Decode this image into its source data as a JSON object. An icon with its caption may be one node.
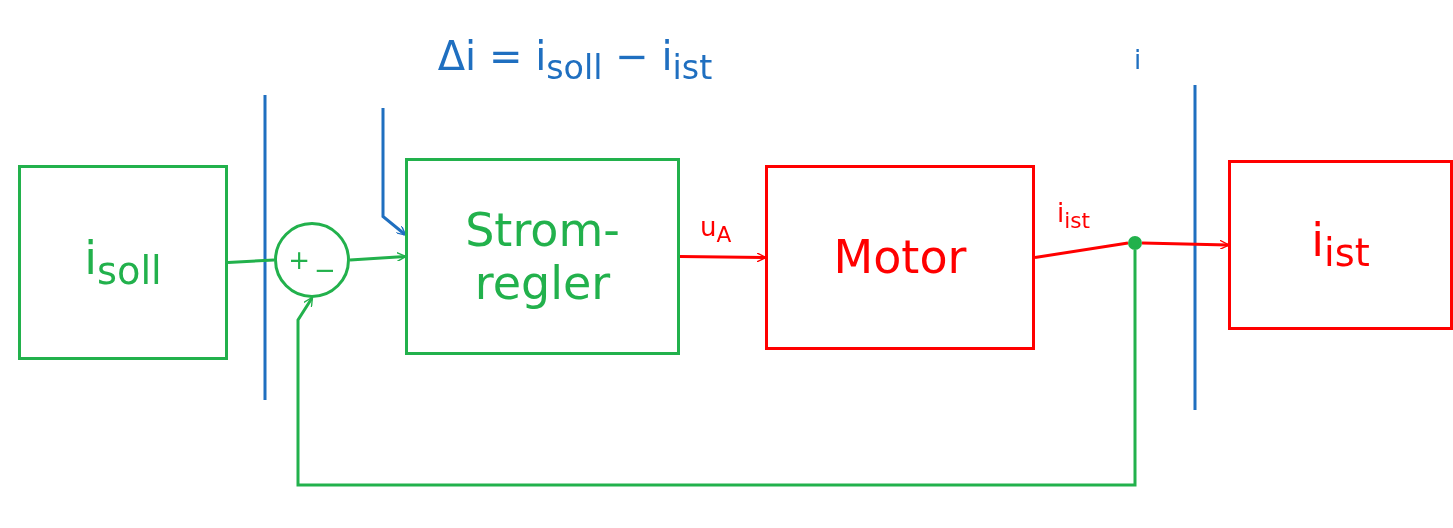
{
  "diagram": {
    "nodes": [
      {
        "text": [
          "i$_{soll}$"
        ]
      },
      {
        "text": [
          "+",
          "−"
        ]
      },
      {
        "text": [
          "Strom- regler"
        ]
      },
      {
        "text": [
          "Motor"
        ]
      },
      {
        "text": [
          "i$_{ist}$"
        ]
      },
      {
        "text": [],
        "shape": "circle"
      },
      {
        "text": [
          "Δi = i$_{soll}$ − i$_{ist}$"
        ]
      }
    ],
    "edges": [
      {
        "from": 0,
        "to": 1,
        "arrow": "none",
        "color": "#22b14c"
      },
      {
        "from": 1,
        "to": 2,
        "arrow": "to",
        "color": "#22b14c"
      },
      {
        "from": 2,
        "to": 3,
        "arrow": "to",
        "label": "u$_{A}$",
        "color": "#ff0000"
      },
      {
        "from": 3,
        "to": 5,
        "arrow": "none",
        "label": "i$_{ist}$",
        "color": "#ff0000"
      },
      {
        "from": 5,
        "to": 4,
        "arrow": "to",
        "color": "#ff0000"
      },
      {
        "from": 5,
        "to": 1,
        "arrow": "to",
        "color": "#22b14c"
      },
      {
        "from": 6,
        "to": 2,
        "arrow": "to",
        "color": "#1f6fc0"
      }
    ],
    "labels": [
      "i"
    ]
  }
}
